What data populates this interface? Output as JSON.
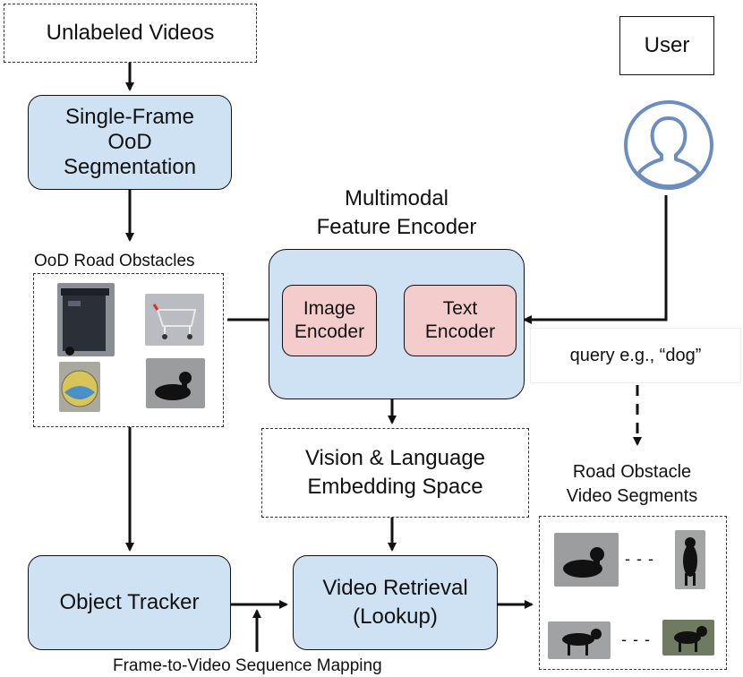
{
  "nodes": {
    "unlabeled_videos": "Unlabeled Videos",
    "single_frame": [
      "Single-Frame",
      "OoD",
      "Segmentation"
    ],
    "ood_obstacles_title": "OoD Road Obstacles",
    "multimodal_title": [
      "Multimodal",
      "Feature Encoder"
    ],
    "image_encoder": [
      "Image",
      "Encoder"
    ],
    "text_encoder": [
      "Text",
      "Encoder"
    ],
    "user": "User",
    "query": "query e.g., “dog”",
    "vl_space": [
      "Vision & Language",
      "Embedding Space"
    ],
    "segments_title": [
      "Road Obstacle",
      "Video Segments"
    ],
    "object_tracker": "Object Tracker",
    "video_retrieval": [
      "Video Retrieval",
      "(Lookup)"
    ],
    "mapping": "Frame-to-Video Sequence Mapping",
    "dash_top": "- - -",
    "dash_bottom": "- - -"
  },
  "thumbnails": {
    "obstacles": [
      "trash-bin",
      "shopping-cart",
      "ball",
      "dog-lying"
    ],
    "segments": [
      "dog-lying",
      "dog-standing",
      "dog-walking",
      "dog-walking"
    ]
  },
  "colors": {
    "process_fill": "#cfe2f3",
    "encoder_fill": "#f4cccc",
    "user_icon": "#6c8ebf",
    "stroke": "#111111"
  }
}
